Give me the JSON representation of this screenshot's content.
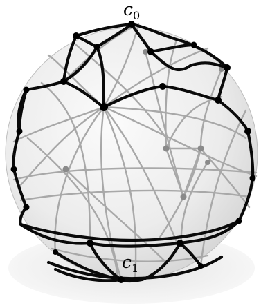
{
  "figure": {
    "labels": [
      {
        "id": "c0",
        "base": "c",
        "sub": "0"
      },
      {
        "id": "c1",
        "base": "c",
        "sub": "1"
      }
    ],
    "colors": {
      "dark_curve": "#0a0a0a",
      "light_curve": "#a6a6a6",
      "sphere_shade": "#d8d8d8",
      "vertex": "#000000",
      "shadow": "#e6e6e6"
    }
  }
}
